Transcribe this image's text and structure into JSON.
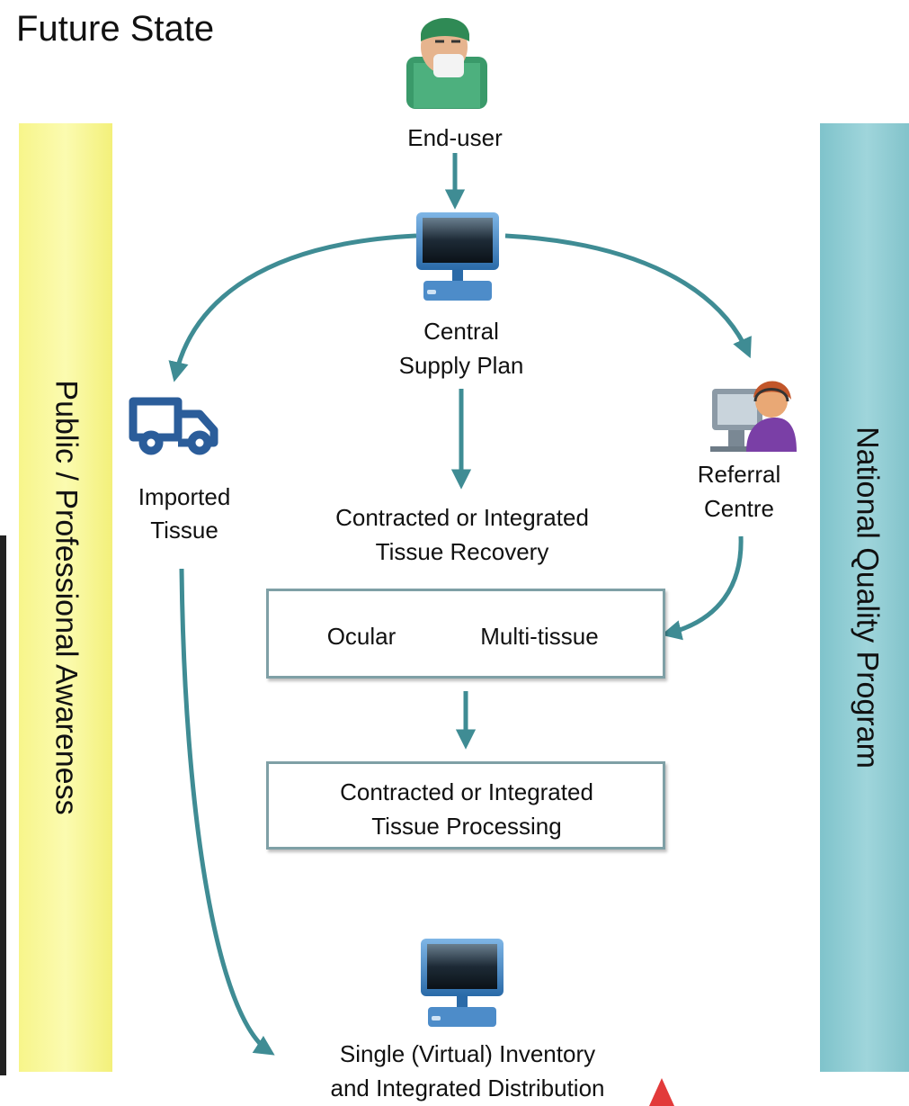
{
  "title": "Future State",
  "left_banner": "Public / Professional Awareness",
  "right_banner": "National Quality Program",
  "nodes": {
    "end_user": "End-user",
    "central_supply_line1": "Central",
    "central_supply_line2": "Supply Plan",
    "imported_line1": "Imported",
    "imported_line2": "Tissue",
    "referral_line1": "Referral",
    "referral_line2": "Centre",
    "recovery_line1": "Contracted or Integrated",
    "recovery_line2": "Tissue Recovery",
    "ocular": "Ocular",
    "multi_tissue": "Multi-tissue",
    "processing_line1": "Contracted or Integrated",
    "processing_line2": "Tissue Processing",
    "inventory_line1": "Single (Virtual) Inventory",
    "inventory_line2": "and Integrated Distribution"
  },
  "icons": {
    "end_user": "surgeon-icon",
    "central_supply": "computer-monitor-icon",
    "imported": "delivery-truck-icon",
    "referral": "call-centre-agent-icon",
    "inventory": "computer-monitor-icon"
  },
  "colors": {
    "arrow": "#3f8c94",
    "box_border": "#7fa0a6",
    "left_banner": "#f7f58a",
    "right_banner": "#8fcbd2",
    "truck": "#2b5d9a"
  }
}
